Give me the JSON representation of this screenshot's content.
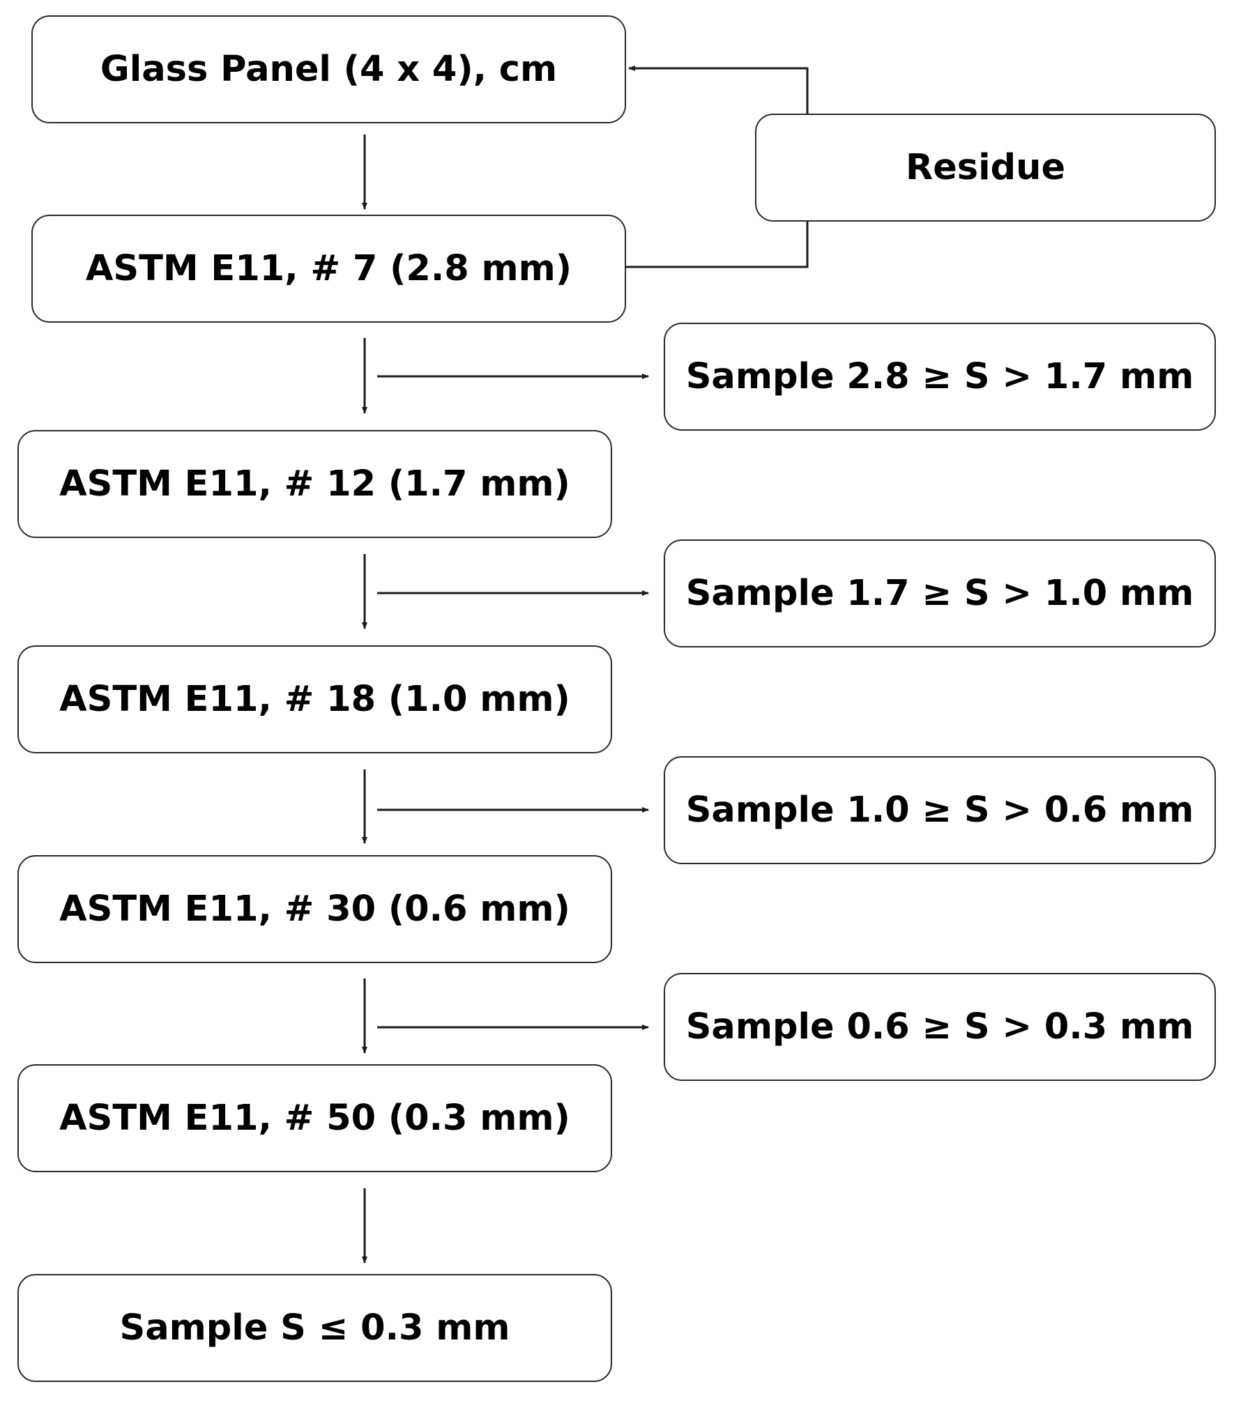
{
  "diagram": {
    "glass_panel": "Glass Panel (4 x 4), cm",
    "residue": "Residue",
    "sieves": [
      "ASTM E11, # 7 (2.8 mm)",
      "ASTM E11, # 12 (1.7 mm)",
      "ASTM E11, # 18 (1.0 mm)",
      "ASTM E11, # 30 (0.6 mm)",
      "ASTM E11, # 50 (0.3 mm)"
    ],
    "samples": [
      "Sample 2.8 ≥ S > 1.7 mm",
      "Sample 1.7 ≥ S > 1.0 mm",
      "Sample 1.0 ≥ S > 0.6 mm",
      "Sample 0.6 ≥ S > 0.3 mm"
    ],
    "final_sample": "Sample S ≤ 0.3 mm",
    "colors": {
      "line": "#1a1a1a",
      "border": "#2a2a2a",
      "text": "#000000",
      "background": "#ffffff"
    }
  }
}
